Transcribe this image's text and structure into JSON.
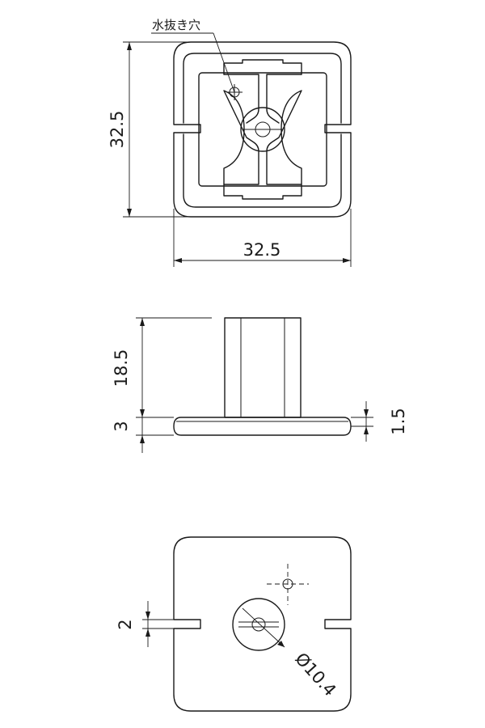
{
  "top_view": {
    "width_label": "32.5",
    "height_label": "32.5",
    "drain_hole_label": "水抜き穴"
  },
  "side_view": {
    "stem_height_label": "18.5",
    "base_height_label": "3",
    "lip_height_label": "1.5"
  },
  "bottom_view": {
    "slot_width_label": "2",
    "diameter_label": "Ø10.4"
  }
}
